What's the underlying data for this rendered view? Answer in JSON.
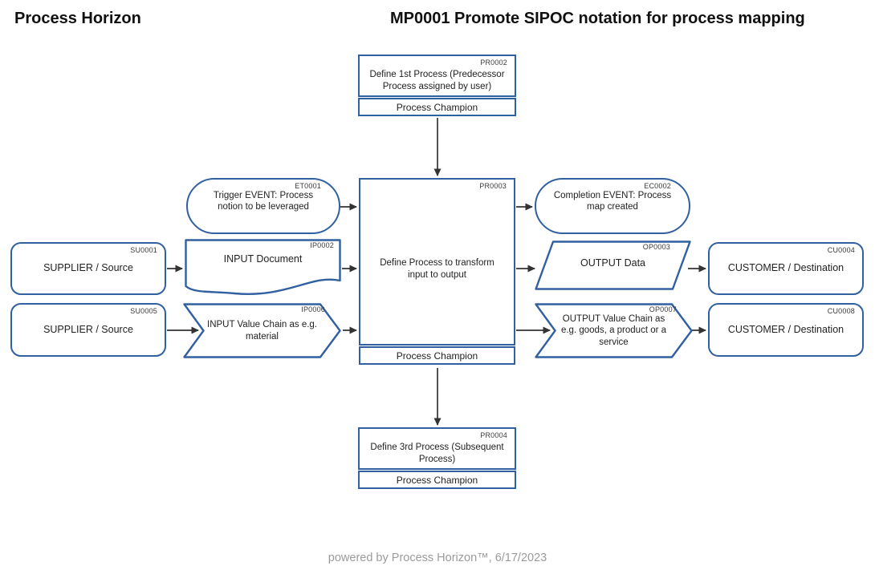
{
  "header": {
    "app_title": "Process Horizon",
    "map_title": "MP0001 Promote SIPOC notation for process mapping"
  },
  "nodes": {
    "pr0002": {
      "id": "PR0002",
      "text": "Define 1st Process (Predecessor Process assigned by user)",
      "owner": "Process Champion"
    },
    "et0001": {
      "id": "ET0001",
      "text": "Trigger EVENT: Process notion to be leveraged"
    },
    "pr0003": {
      "id": "PR0003",
      "text": "Define Process to transform input to output",
      "owner": "Process Champion"
    },
    "ec0002": {
      "id": "EC0002",
      "text": "Completion EVENT: Process map created"
    },
    "su0001": {
      "id": "SU0001",
      "text": "SUPPLIER / Source"
    },
    "ip0002": {
      "id": "IP0002",
      "text": "INPUT Document"
    },
    "op0003": {
      "id": "OP0003",
      "text": "OUTPUT Data"
    },
    "cu0004": {
      "id": "CU0004",
      "text": "CUSTOMER / Destination"
    },
    "su0005": {
      "id": "SU0005",
      "text": "SUPPLIER / Source"
    },
    "ip0006": {
      "id": "IP0006",
      "text": "INPUT Value Chain as e.g. material"
    },
    "op0007": {
      "id": "OP0007",
      "text": "OUTPUT Value Chain as e.g. goods, a product or a service"
    },
    "cu0008": {
      "id": "CU0008",
      "text": "CUSTOMER / Destination"
    },
    "pr0004": {
      "id": "PR0004",
      "text": "Define 3rd Process (Subsequent Process)",
      "owner": "Process Champion"
    }
  },
  "footer": {
    "credit": "powered by Process Horizon™, 6/17/2023"
  },
  "colors": {
    "shape_border": "#30609F",
    "arrow": "#333333",
    "credit_text": "#9B9B9B"
  }
}
